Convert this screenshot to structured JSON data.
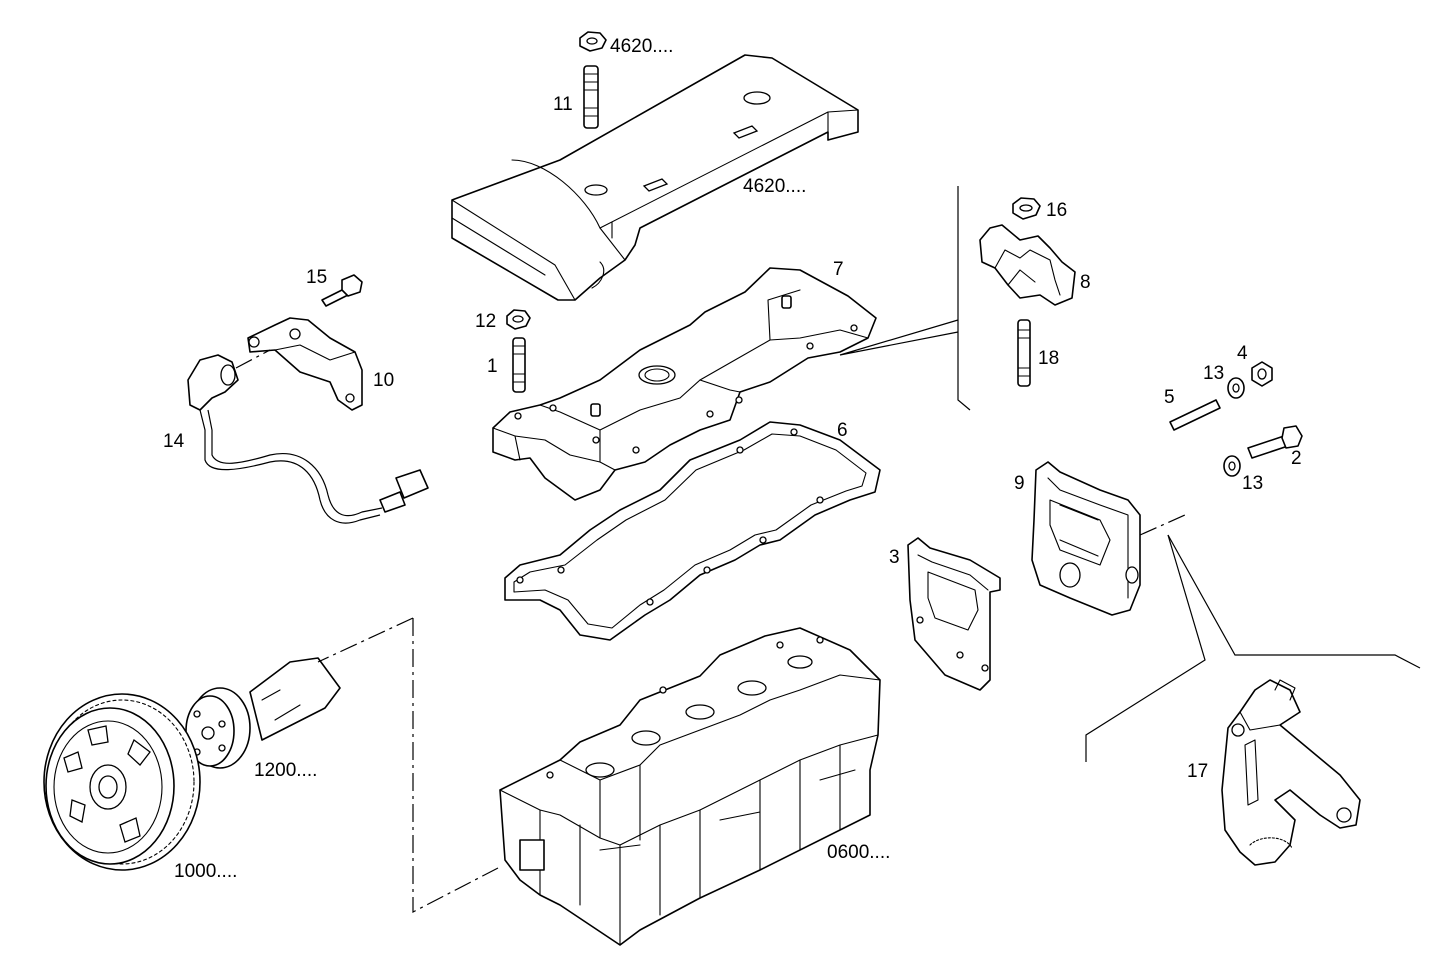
{
  "callouts": [
    {
      "id": "c4620a",
      "text": "4620...."
    },
    {
      "id": "c11",
      "text": "11"
    },
    {
      "id": "c4620b",
      "text": "4620...."
    },
    {
      "id": "c15",
      "text": "15"
    },
    {
      "id": "c7",
      "text": "7"
    },
    {
      "id": "c16",
      "text": "16"
    },
    {
      "id": "c8",
      "text": "8"
    },
    {
      "id": "c12",
      "text": "12"
    },
    {
      "id": "c10",
      "text": "10"
    },
    {
      "id": "c1",
      "text": "1"
    },
    {
      "id": "c18",
      "text": "18"
    },
    {
      "id": "c4",
      "text": "4"
    },
    {
      "id": "c13a",
      "text": "13"
    },
    {
      "id": "c5",
      "text": "5"
    },
    {
      "id": "c14",
      "text": "14"
    },
    {
      "id": "c6",
      "text": "6"
    },
    {
      "id": "c2",
      "text": "2"
    },
    {
      "id": "c9",
      "text": "9"
    },
    {
      "id": "c13b",
      "text": "13"
    },
    {
      "id": "c3",
      "text": "3"
    },
    {
      "id": "c1200",
      "text": "1200...."
    },
    {
      "id": "c17",
      "text": "17"
    },
    {
      "id": "c0600",
      "text": "0600...."
    },
    {
      "id": "c1000",
      "text": "1000...."
    }
  ]
}
